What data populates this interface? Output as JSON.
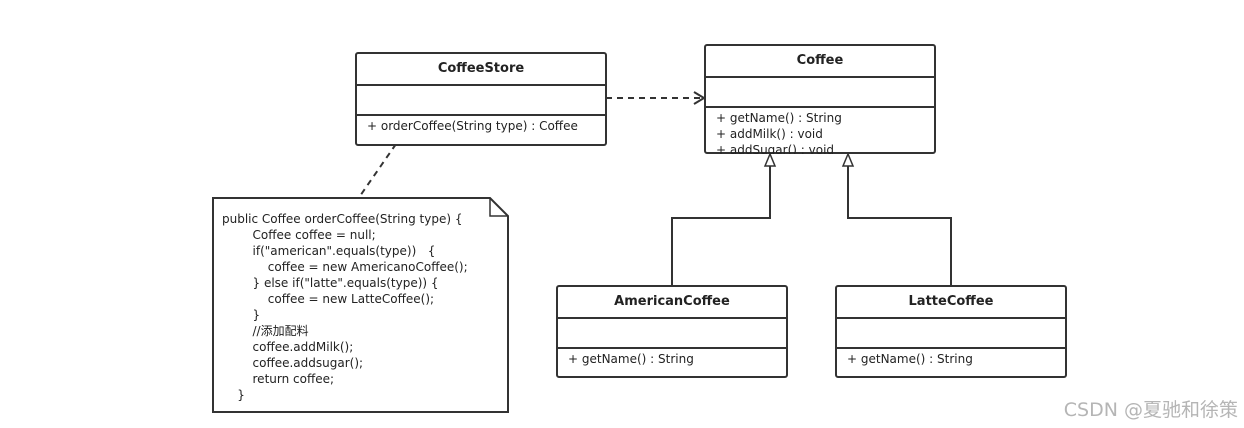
{
  "classes": {
    "coffee_store": {
      "name": "CoffeeStore",
      "ops": [
        "+ orderCoffee(String type) : Coffee"
      ]
    },
    "coffee": {
      "name": "Coffee",
      "ops": [
        "+ getName() : String",
        "+ addMilk() : void",
        "+ addSugar() : void"
      ]
    },
    "american_coffee": {
      "name": "AmericanCoffee",
      "ops": [
        "+ getName() : String"
      ]
    },
    "latte_coffee": {
      "name": "LatteCoffee",
      "ops": [
        "+ getName() : String"
      ]
    }
  },
  "note": {
    "lines": [
      "public Coffee orderCoffee(String type) {",
      "        Coffee coffee = null;",
      "        if(\"american\".equals(type))   {",
      "            coffee = new AmericanoCoffee();",
      "        } else if(\"latte\".equals(type)) {",
      "            coffee = new LatteCoffee();",
      "        }",
      "        //添加配料",
      "        coffee.addMilk();",
      "        coffee.addsugar();",
      "        return coffee;",
      "    }"
    ]
  },
  "relations": [
    {
      "type": "dependency",
      "from": "CoffeeStore",
      "to": "Coffee"
    },
    {
      "type": "generalization",
      "from": "AmericanCoffee",
      "to": "Coffee"
    },
    {
      "type": "generalization",
      "from": "LatteCoffee",
      "to": "Coffee"
    },
    {
      "type": "note-anchor",
      "from": "note",
      "to": "CoffeeStore"
    }
  ],
  "watermark": "CSDN @夏驰和徐策"
}
